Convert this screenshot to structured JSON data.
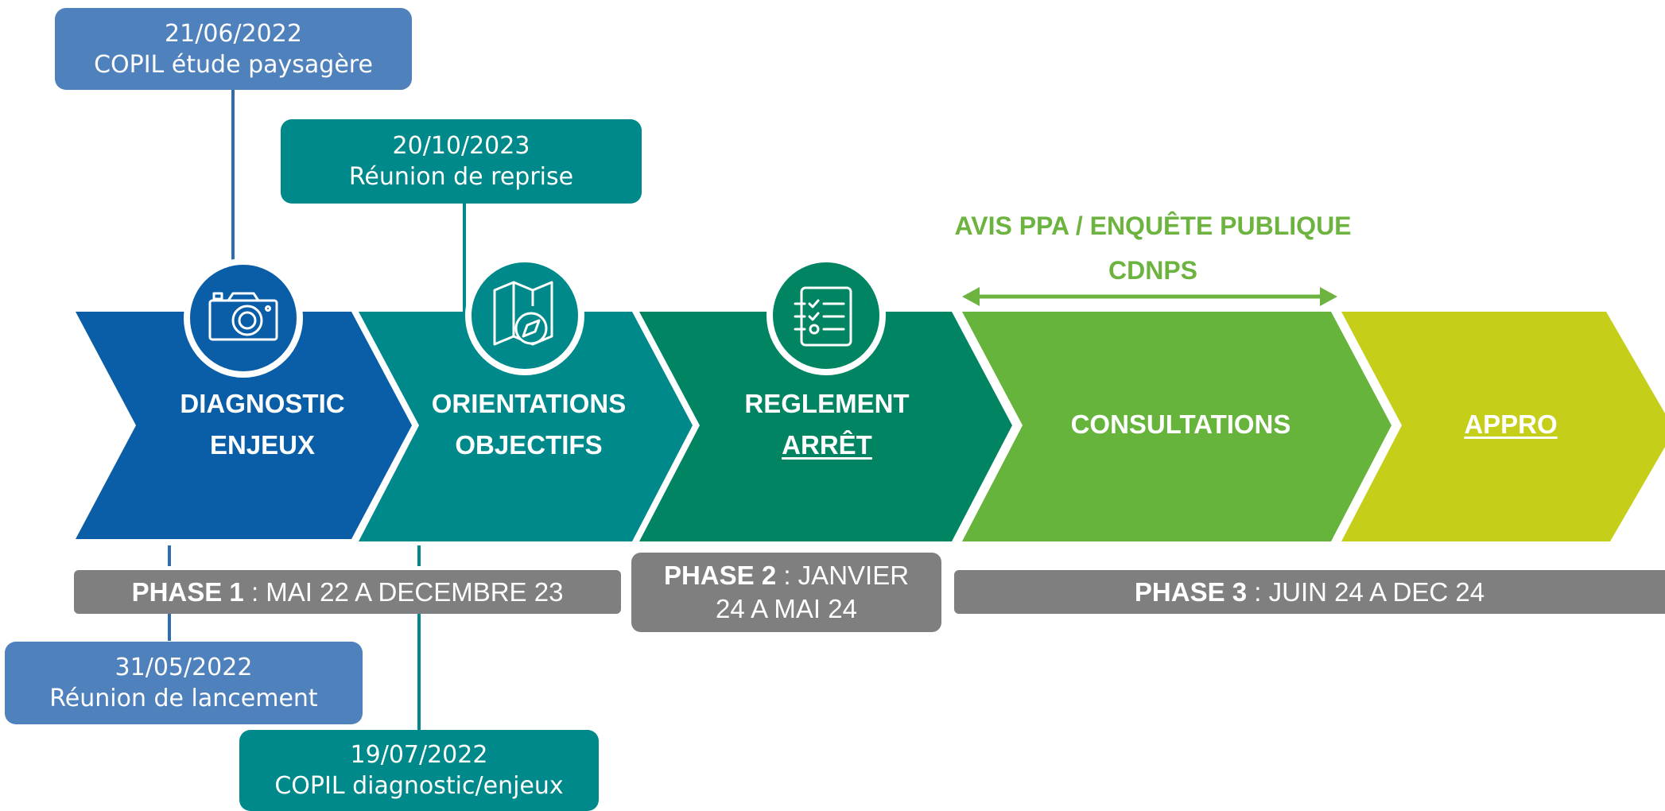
{
  "milestones": {
    "copil_paysagere": {
      "date": "21/06/2022",
      "label": "COPIL étude paysagère"
    },
    "reunion_reprise": {
      "date": "20/10/2023",
      "label": "Réunion de reprise"
    },
    "reunion_lancement": {
      "date": "31/05/2022",
      "label": "Réunion de lancement"
    },
    "copil_diagnostic": {
      "date": "19/07/2022",
      "label": "COPIL diagnostic/enjeux"
    }
  },
  "steps": [
    {
      "line1": "DIAGNOSTIC",
      "line2": "ENJEUX",
      "color": "#0a5ea8",
      "icon": "camera-icon"
    },
    {
      "line1": "ORIENTATIONS",
      "line2": "OBJECTIFS",
      "color": "#00898a",
      "icon": "map-compass-icon"
    },
    {
      "line1": "REGLEMENT",
      "line2": "ARRÊT",
      "color": "#008462",
      "icon": "checklist-icon"
    },
    {
      "line1": "CONSULTATIONS",
      "color": "#66b43c"
    },
    {
      "line1": "APPRO",
      "color": "#c5cf19"
    }
  ],
  "consultations_labels": {
    "line1": "AVIS PPA / ENQUÊTE PUBLIQUE",
    "line2": "CDNPS",
    "color": "#6db33f"
  },
  "phases": {
    "phase1": {
      "name": "PHASE 1",
      "text": " : MAI 22 A DECEMBRE 23"
    },
    "phase2": {
      "name": "PHASE 2",
      "text_line1": " : JANVIER",
      "text_line2": "24 A MAI 24"
    },
    "phase3": {
      "name": "PHASE 3",
      "text": " : JUIN 24 A DEC 24"
    }
  }
}
